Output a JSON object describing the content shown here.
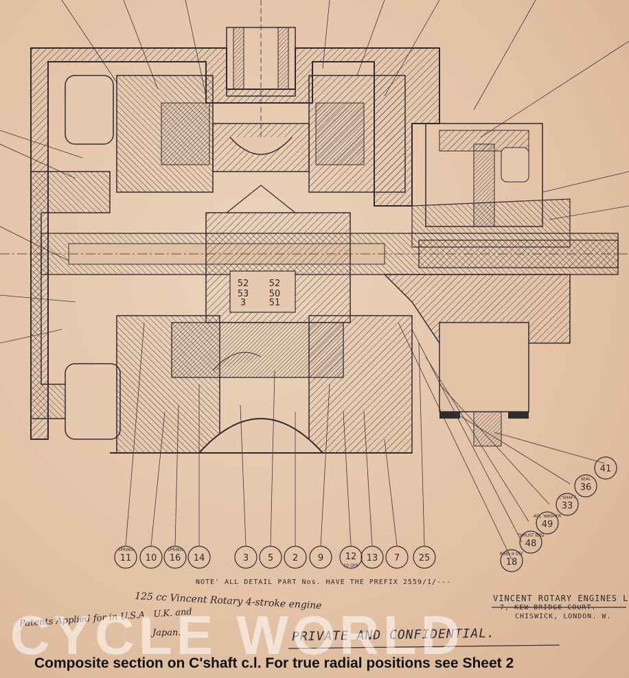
{
  "callouts": [
    {
      "num": "11",
      "tag": "SPRING"
    },
    {
      "num": "10",
      "tag": ""
    },
    {
      "num": "16",
      "tag": "SPRING"
    },
    {
      "num": "14",
      "tag": ""
    },
    {
      "num": "3",
      "tag": ""
    },
    {
      "num": "5",
      "tag": ""
    },
    {
      "num": "2",
      "tag": ""
    },
    {
      "num": "9",
      "tag": ""
    },
    {
      "num": "12",
      "tag": "10 OFF"
    },
    {
      "num": "13",
      "tag": ""
    },
    {
      "num": "7",
      "tag": ""
    },
    {
      "num": "25",
      "tag": ""
    }
  ],
  "side_callouts": [
    {
      "num": "41",
      "tag": ""
    },
    {
      "num": "36",
      "tag": "SEAL"
    },
    {
      "num": "33",
      "tag": "C'SHAFT"
    },
    {
      "num": "49",
      "tag": "ADJ. WASHER"
    },
    {
      "num": "48",
      "tag": "THRUST BRG"
    },
    {
      "num": "18",
      "tag": "RING 4 OFF"
    }
  ],
  "center_labels": {
    "left": [
      "52",
      "53",
      "3"
    ],
    "right": [
      "52",
      "50",
      "51"
    ]
  },
  "note": "NOTE' ALL DETAIL PART Nos. HAVE THE PREFIX 2559/1/---",
  "company": {
    "name": "VINCENT ROTARY ENGINES LTD",
    "address1": "7, KEW BRIDGE COURT.",
    "address2": "CHISWICK, LONDON. W."
  },
  "patent_note": {
    "line1": "Patents Applied for in U.S.A., U.K. and",
    "line2": "Japan.",
    "engine": "125 cc Vincent Rotary 4-stroke engine"
  },
  "stamp": "PRIVATE AND CONFIDENTIAL.",
  "watermark": "CYCLE WORLD",
  "caption": "Composite section on C'shaft c.l.  For true radial positions see Sheet 2",
  "colors": {
    "paper": "#e6c9ae",
    "ink": "#2f2b33"
  }
}
